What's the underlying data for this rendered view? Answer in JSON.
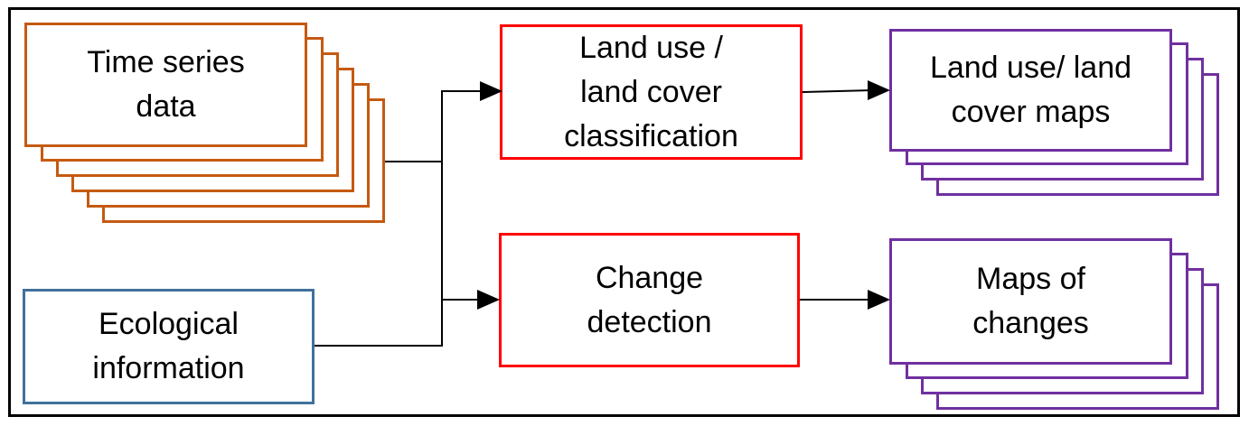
{
  "diagram": {
    "nodes": {
      "time_series": {
        "label": "Time series\ndata"
      },
      "ecological": {
        "label": "Ecological\ninformation"
      },
      "classification": {
        "label": "Land use /\nland cover\nclassification"
      },
      "change_detection": {
        "label": "Change\ndetection"
      },
      "lulc_maps": {
        "label": "Land use/ land\ncover maps"
      },
      "change_maps": {
        "label": "Maps of\nchanges"
      }
    },
    "edges": [
      {
        "from": "time_series",
        "to": "classification"
      },
      {
        "from": "time_series",
        "to": "change_detection"
      },
      {
        "from": "ecological",
        "to": "change_detection"
      },
      {
        "from": "classification",
        "to": "lulc_maps"
      },
      {
        "from": "change_detection",
        "to": "change_maps"
      }
    ],
    "colors": {
      "frame": "#000000",
      "input_time_series": "#c55a11",
      "input_ecological": "#41719c",
      "process": "#ff0000",
      "output": "#7030a0",
      "connector": "#000000"
    }
  }
}
